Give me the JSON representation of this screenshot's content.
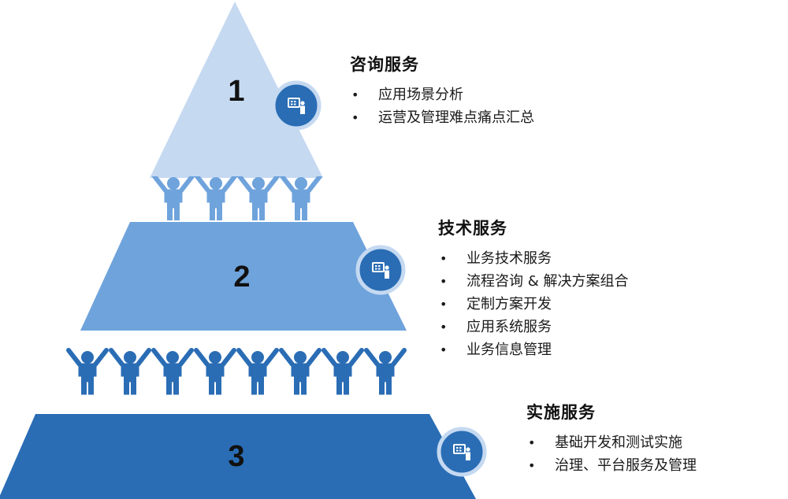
{
  "tiers": [
    {
      "number": "1",
      "title": "咨询服务",
      "items": [
        "应用场景分析",
        "运营及管理难点痛点汇总"
      ],
      "color": "#c5d9f1",
      "icon": "presenter-board-icon"
    },
    {
      "number": "2",
      "title": "技术服务",
      "items": [
        "业务技术服务",
        "流程咨询 & 解决方案组合",
        "定制方案开发",
        "应用系统服务",
        "业务信息管理"
      ],
      "color": "#6fa3dc",
      "icon": "presenter-board-icon"
    },
    {
      "number": "3",
      "title": "实施服务",
      "items": [
        "基础开发和测试实施",
        "治理、平台服务及管理"
      ],
      "color": "#2a6db5",
      "icon": "presenter-board-icon"
    }
  ],
  "colors": {
    "people_row_1": "#6fa3dc",
    "people_row_2": "#2a6db5",
    "icon_circle_fill": "#2a6db5",
    "icon_circle_ring": "#c5d9f1"
  }
}
